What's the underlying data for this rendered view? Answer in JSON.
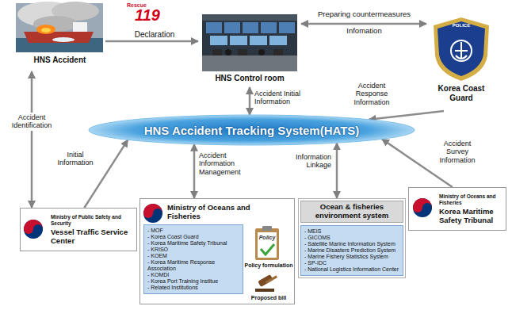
{
  "diagram": {
    "nodes": [
      {
        "text": [
          "HNS Accident"
        ]
      },
      {
        "text": [
          "HNS Control room"
        ]
      },
      {
        "text": [
          "Korea Coast Guard"
        ]
      },
      {
        "text": [
          "HNS Accident Tracking System(HATS)"
        ]
      },
      {
        "text": [
          "Ministry of Public Safety and Security",
          "Vessel Traffic Service Center"
        ]
      },
      {
        "text": [
          "Ministry of Oceans and Fisheries"
        ]
      },
      {
        "text": [
          "- MOF",
          "- Korea Coast Guard",
          "- Korea Maritime Safety Tribunal",
          "- KRISO",
          "- KOEM",
          "- Korea Maritime Response Association",
          "- KOMDI",
          "- Korea Port Training Institue",
          "- Related Institutions"
        ],
        "in": 5
      },
      {
        "text": [
          "Ocean & fisheries environment system"
        ]
      },
      {
        "text": [
          "- MEIS",
          "- GICOMS",
          "- Satellite Marine Information System",
          "- Marine Disasters Prediction System",
          "- Marine Fishery Statistics System",
          "- SP-IDC",
          "- National Logistics Information Center"
        ],
        "in": 7
      },
      {
        "text": [
          "Ministry of Oceans and Fisheries",
          "Korea Maritime Safety Tribunal"
        ]
      }
    ],
    "edges": [
      {
        "from": 0,
        "to": 1,
        "label": "Declaration",
        "arrow": "to"
      },
      {
        "from": 1,
        "to": 2,
        "label": "Preparing countermeasures",
        "arrow": "both"
      },
      {
        "from": 1,
        "to": 3,
        "label": "Accident Initial Information",
        "arrow": "both"
      },
      {
        "from": 2,
        "to": 3,
        "label": "Accident Response Information",
        "arrow": "to"
      },
      {
        "from": 0,
        "to": 4,
        "label": "Accident Identification",
        "arrow": "both"
      },
      {
        "from": 4,
        "to": 3,
        "label": "Initial Information",
        "arrow": "to"
      },
      {
        "from": 3,
        "to": 5,
        "label": "Accident Information Management",
        "arrow": "both"
      },
      {
        "from": 3,
        "to": 7,
        "label": "Information Linkage",
        "arrow": "both"
      },
      {
        "from": 9,
        "to": 3,
        "label": "Accident Survey Information",
        "arrow": "to"
      }
    ],
    "labels": [
      "Rescue",
      "119",
      "Infomation",
      "POLICE",
      "Policy",
      "Policy formulation",
      "Proposed bill"
    ]
  }
}
